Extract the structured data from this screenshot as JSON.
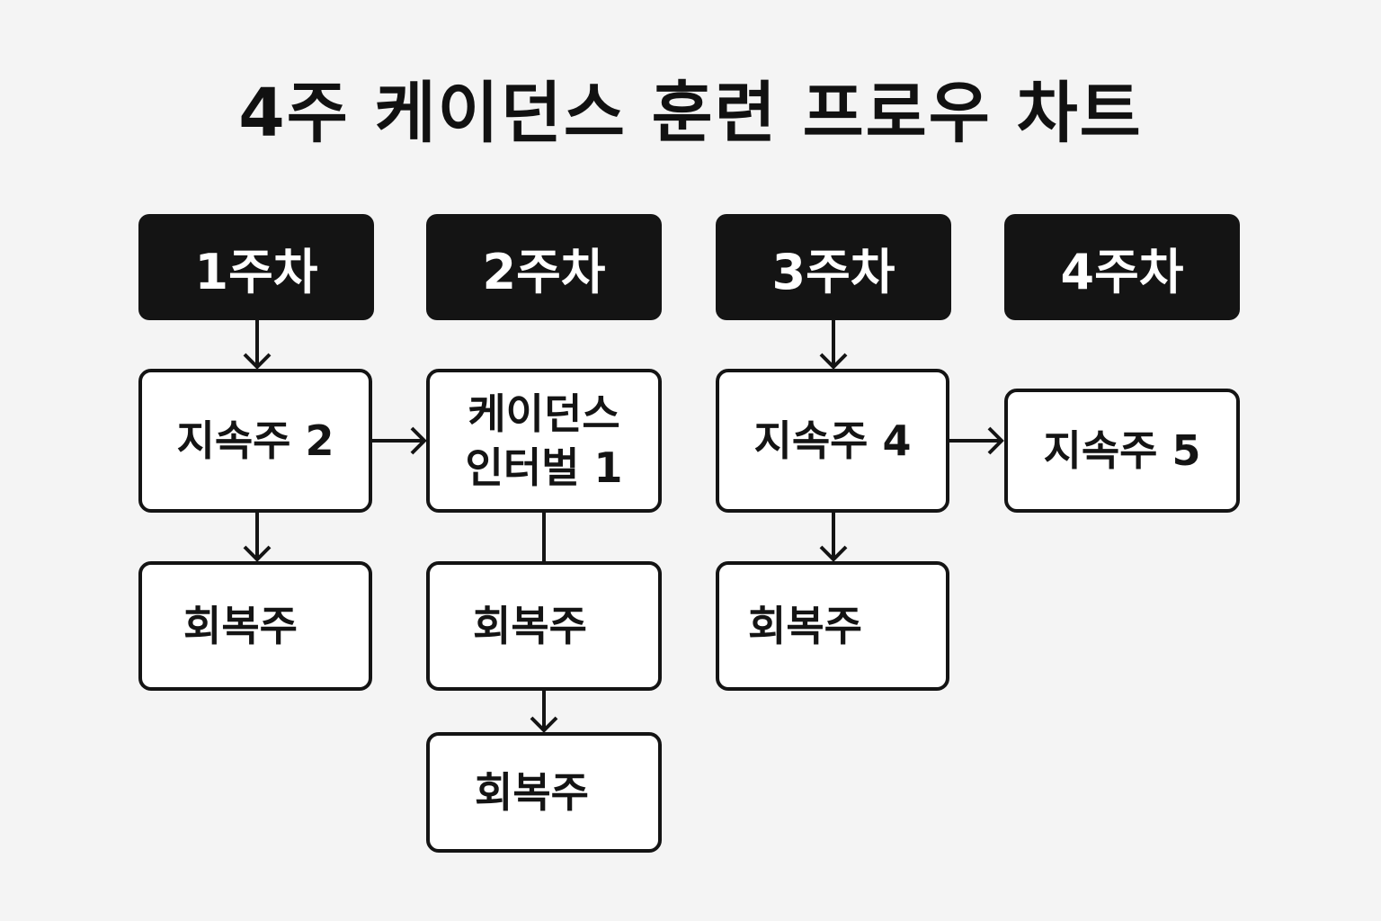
{
  "title": "4주 케이던스 훈련 프로우 차트",
  "colors": {
    "background": "#f4f4f4",
    "header_fill": "#141414",
    "header_text": "#ffffff",
    "node_border": "#141414",
    "node_fill": "#ffffff"
  },
  "weeks": [
    {
      "label": "1주차",
      "nodes": [
        "지속주 2",
        "회복주"
      ]
    },
    {
      "label": "2주차",
      "nodes": [
        [
          "케이던스",
          "인터벌 1"
        ],
        "회복주",
        "회복주"
      ]
    },
    {
      "label": "3주차",
      "nodes": [
        "지속주 4",
        "회복주"
      ]
    },
    {
      "label": "4주차",
      "nodes": [
        "지속주 5"
      ]
    }
  ]
}
